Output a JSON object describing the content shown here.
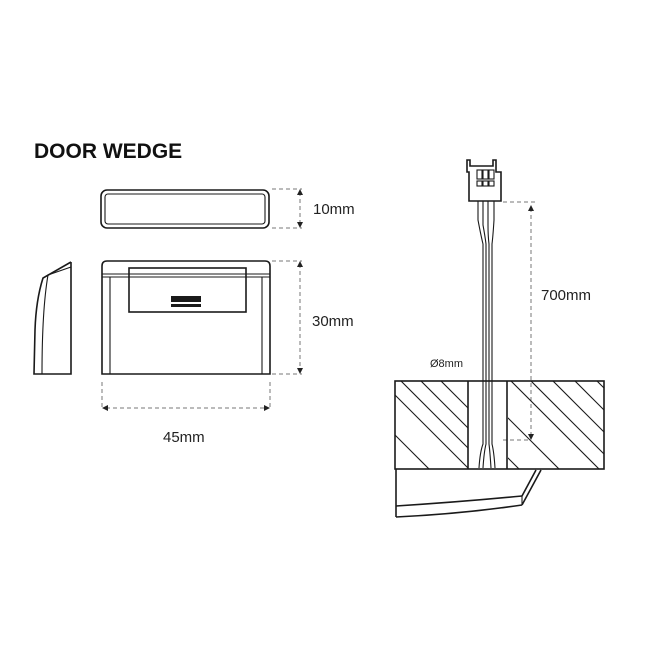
{
  "title": "DOOR WEDGE",
  "dimensions": {
    "height_top_view": "10mm",
    "height_front_view": "30mm",
    "width": "45mm",
    "cable_length": "700mm",
    "hole_diameter": "Ø8mm"
  },
  "views": [
    {
      "name": "top-view",
      "description": "Top view of wedge"
    },
    {
      "name": "side-view",
      "description": "Side profile of wedge"
    },
    {
      "name": "front-view",
      "description": "Front view with switch window"
    },
    {
      "name": "installation-section",
      "description": "Cross-section through door frame with cable and connector"
    }
  ],
  "colors": {
    "line": "#1a1a1a",
    "dimension_line": "#777777",
    "background": "#ffffff"
  }
}
